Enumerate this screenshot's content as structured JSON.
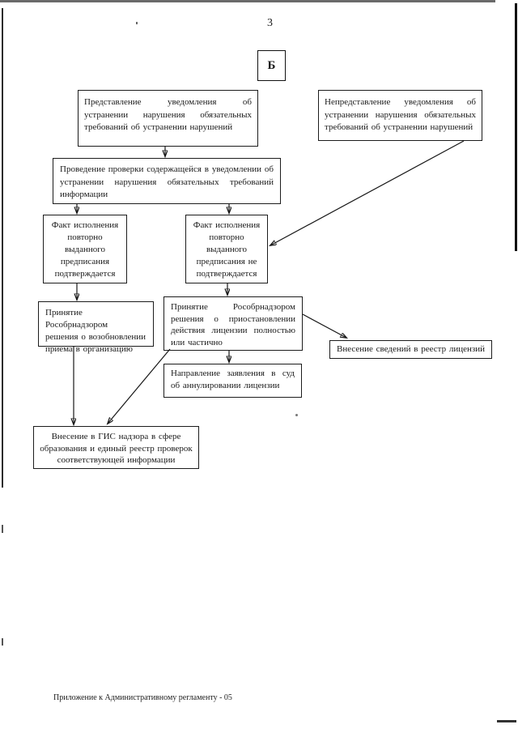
{
  "page": {
    "number": "3",
    "footer": "Приложение к Административному регламенту - 05"
  },
  "flowchart": {
    "connector_label": "Б",
    "nodes": {
      "submit_notice": "Представление уведомления об устранении нарушения обязательных требований об устранении нарушений",
      "no_notice": "Непредставление уведомления об устранении нарушения обязательных требований об устранении нарушений",
      "check_notice": "Проведение проверки содержащейся в уведомлении об устранении нарушения обязательных требований информации",
      "fact_confirmed": "Факт исполнения\nповторно\nвыданного\nпредписания\nподтверждается",
      "fact_not_confirmed": "Факт исполнения\nповторно\nвыданного\nпредписания  не\nподтверждается",
      "resume_admission": "Принятие Рособрнадзором\nрешения о возобновлении\nприема в организацию",
      "suspend_license": "Принятие Рособрнадзором решения о приостановлении действия лицензии полностью или частично",
      "license_register": "Внесение  сведений в реестр лицензий",
      "court_annulment": "Направление заявления в суд об аннулировании лицензии",
      "gis_record": "Внесение в ГИС надзора в сфере\nобразования и единый реестр проверок\nсоответствующей информации"
    }
  }
}
